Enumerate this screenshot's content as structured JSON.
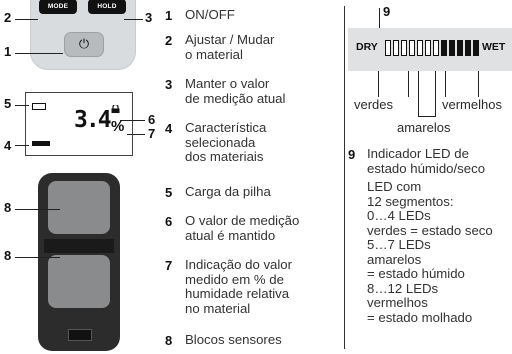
{
  "callouts": {
    "c1": "1",
    "c2": "2",
    "c3": "3",
    "c4": "4",
    "c5": "5",
    "c6": "6",
    "c7": "7",
    "c8a": "8",
    "c8b": "8"
  },
  "device": {
    "mode_label": "MODE",
    "hold_label": "HOLD",
    "power_glyph": "⏻"
  },
  "lcd": {
    "reading": "3.4",
    "unit": "%"
  },
  "legend": [
    {
      "n": "1",
      "text": "ON/OFF"
    },
    {
      "n": "2",
      "text": "Ajustar / Mudar\no material"
    },
    {
      "n": "3",
      "text": "Manter o valor\nde medição atual"
    },
    {
      "n": "4",
      "text": "Característica\nselecionada\ndos materiais"
    },
    {
      "n": "5",
      "text": "Carga da pilha"
    },
    {
      "n": "6",
      "text": "O valor de medição\natual é mantido"
    },
    {
      "n": "7",
      "text": "Indicação do valor\nmedido em % de\nhumidade relativa\nno material"
    },
    {
      "n": "8",
      "text": "Blocos sensores"
    }
  ],
  "led_panel": {
    "callout": "9",
    "dry": "DRY",
    "wet": "WET",
    "green_label": "verdes",
    "yellow_label": "amarelos",
    "red_label": "vermelhos",
    "segments": 12
  },
  "item9": {
    "n": "9",
    "title": "Indicador LED de\nestado húmido/seco",
    "desc": "LED com\n12 segmentos:\n0…4 LEDs\nverdes = estado seco\n5…7 LEDs\namarelos\n= estado húmido\n8…12 LEDs\nvermelhos\n= estado molhado"
  }
}
